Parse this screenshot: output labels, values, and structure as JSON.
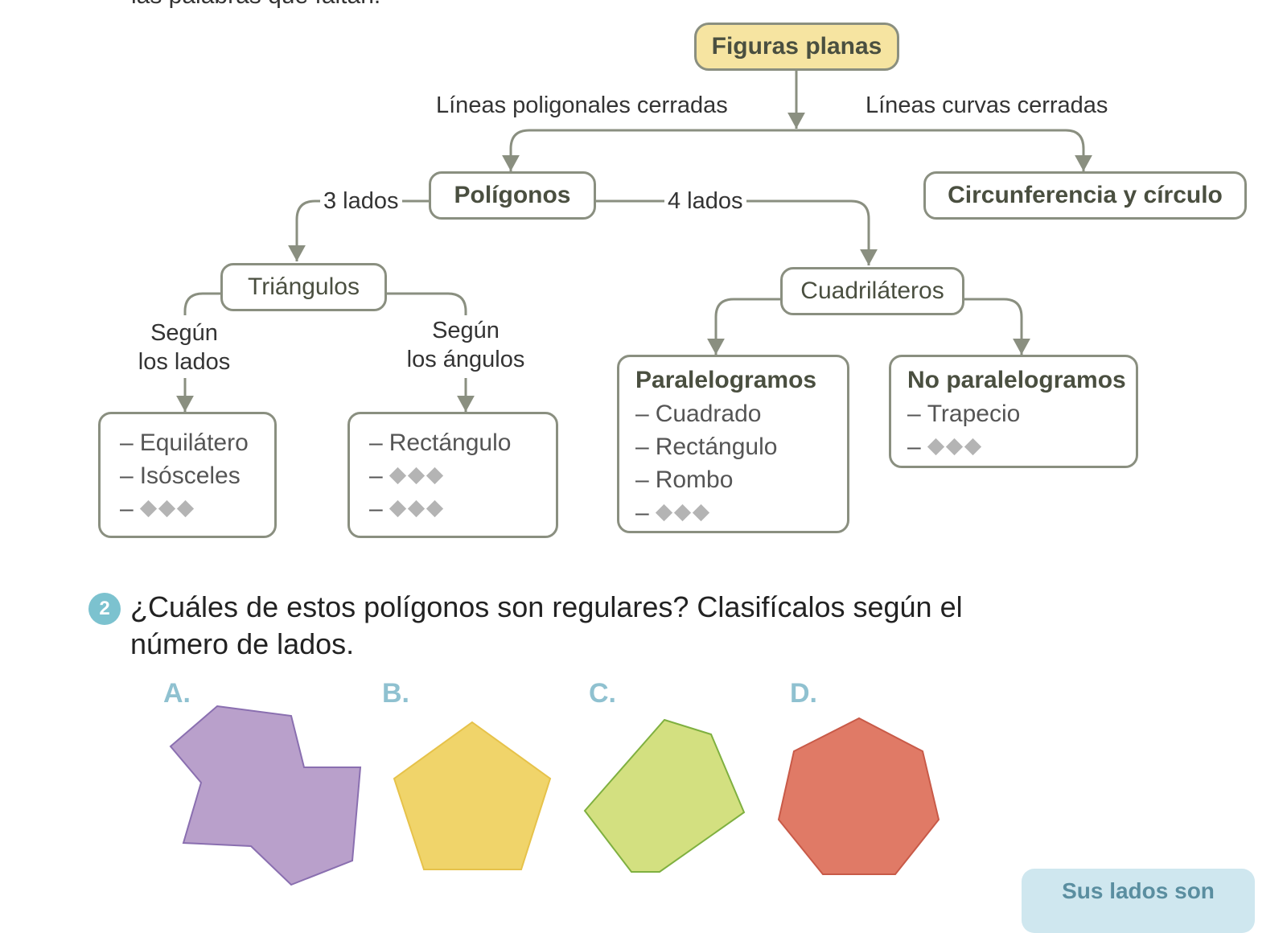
{
  "instruction_cut": "las palabras que faltan.",
  "diagram": {
    "root": "Figuras planas",
    "branch_left_label": "Líneas poligonales cerradas",
    "branch_right_label": "Líneas curvas cerradas",
    "poligonos": "Polígonos",
    "circunferencia": "Circunferencia y círculo",
    "label_3_lados": "3 lados",
    "label_4_lados": "4 lados",
    "triangulos": "Triángulos",
    "cuadrilateros": "Cuadriláteros",
    "segun_lados_1": "Según",
    "segun_lados_2": "los lados",
    "segun_angulos_1": "Según",
    "segun_angulos_2": "los ángulos",
    "lados_list": [
      "Equilátero",
      "Isósceles"
    ],
    "angulos_list": [
      "Rectángulo"
    ],
    "paralelogramos_title": "Paralelogramos",
    "paralelogramos_list": [
      "Cuadrado",
      "Rectángulo",
      "Rombo"
    ],
    "no_paralelogramos_title": "No paralelogramos",
    "no_paralelogramos_list": [
      "Trapecio"
    ],
    "dash": "–"
  },
  "question": {
    "number": "2",
    "text": "¿Cuáles de estos polígonos son regulares? Clasifícalos según el número de lados."
  },
  "shapes": [
    {
      "label": "A.",
      "color": "#b9a0cb"
    },
    {
      "label": "B.",
      "color": "#f0d46a"
    },
    {
      "label": "C.",
      "color": "#d3e080"
    },
    {
      "label": "D.",
      "color": "#e07a66"
    }
  ],
  "tip": "Sus lados son",
  "colors": {
    "line": "#8a8f80",
    "root_fill": "#f6e4a1",
    "accent": "#7cc2cf"
  }
}
